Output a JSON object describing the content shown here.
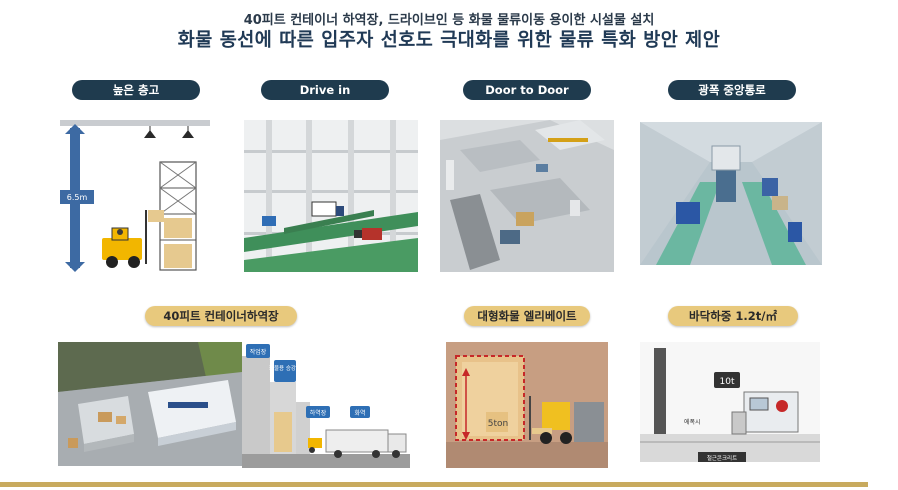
{
  "header": {
    "subtitle": "40피트 컨테이너 하역장, 드라이브인 등 화물 물류이동 용이한 시설물 설치",
    "title": "화물 동선에 따른 입주자 선호도 극대화를 위한 물류 특화 방안 제안"
  },
  "features_top": [
    {
      "label": "높은 층고"
    },
    {
      "label": "Drive in"
    },
    {
      "label": "Door to Door"
    },
    {
      "label": "광폭 중앙통로"
    }
  ],
  "features_bottom": [
    {
      "label": "40피트 컨테이너하역장"
    },
    {
      "label": "대형화물 엘리베이트"
    },
    {
      "label": "바닥하중 1.2t/㎡"
    }
  ],
  "illustrations": {
    "ceiling_height": "6.5m",
    "dock_label_1": "작업장",
    "dock_label_2": "화물용 승강기",
    "dock_label_3": "하역장",
    "dock_label_4": "화역",
    "elevator_weight": "5ton",
    "load_weight": "10t",
    "floor_label_1": "에폭시",
    "floor_label_2": "철근콘크리트"
  },
  "colors": {
    "pill_dark": "#1f3b4e",
    "pill_gold": "#e8c97d",
    "bottom_bar": "#c8aa5e",
    "title": "#203a56"
  }
}
